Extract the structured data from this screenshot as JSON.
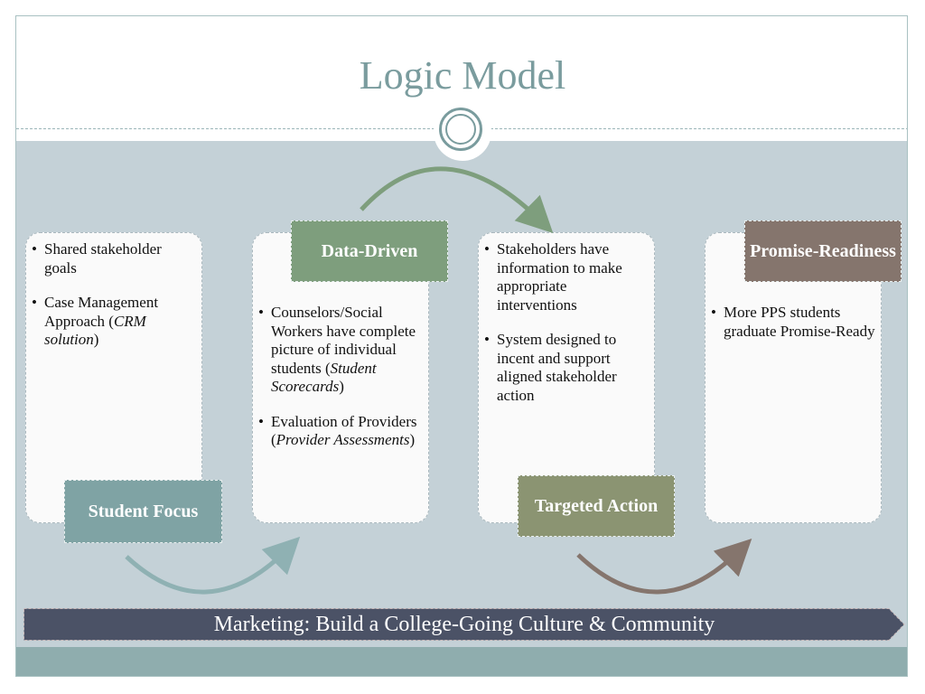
{
  "title": "Logic Model",
  "colors": {
    "title": "#7a9c9e",
    "student_focus": "#7fa3a4",
    "data_driven": "#7e9e7d",
    "targeted_action": "#8b9472",
    "promise_readiness": "#85756d",
    "marketing": "#4b5266"
  },
  "cards": [
    {
      "tag": "Student Focus",
      "items": [
        {
          "text": "Shared stakeholder goals"
        },
        {
          "pre": "Case Management Approach (",
          "em": "CRM solution",
          "post": ")"
        }
      ]
    },
    {
      "tag": "Data-Driven",
      "items": [
        {
          "pre": "Counselors/Social Workers have complete picture of individual students (",
          "em": "Student Scorecards",
          "post": ")"
        },
        {
          "pre": "Evaluation of Providers (",
          "em": "Provider Assessments",
          "post": ")"
        }
      ]
    },
    {
      "tag": "Targeted Action",
      "items": [
        {
          "text": "Stakeholders have information to make appropriate interventions"
        },
        {
          "text": "System designed to incent and support aligned stakeholder action"
        }
      ]
    },
    {
      "tag": "Promise-Readiness",
      "items": [
        {
          "text": "More PPS students graduate Promise-Ready"
        }
      ]
    }
  ],
  "marketing": "Marketing: Build a College-Going Culture & Community"
}
